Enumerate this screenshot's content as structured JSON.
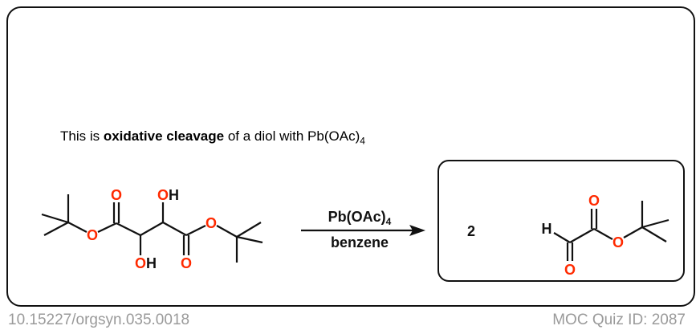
{
  "statement": {
    "prefix": "This is ",
    "bold": "oxidative cleavage",
    "suffix": " of a diol with Pb(OAc)",
    "subscript": "4"
  },
  "reagents": {
    "above": "Pb(OAc)",
    "above_sub": "4",
    "below": "benzene"
  },
  "product": {
    "coefficient": "2",
    "atoms": {
      "H": "H",
      "O": "O"
    }
  },
  "reactant": {
    "atoms": {
      "O": "O",
      "OH": "OH"
    }
  },
  "footer": {
    "doi": "10.15227/orgsyn.035.0018",
    "quiz_id": "MOC Quiz ID: 2087"
  },
  "colors": {
    "oxygen": "#ff2a00",
    "bond": "#111111"
  }
}
